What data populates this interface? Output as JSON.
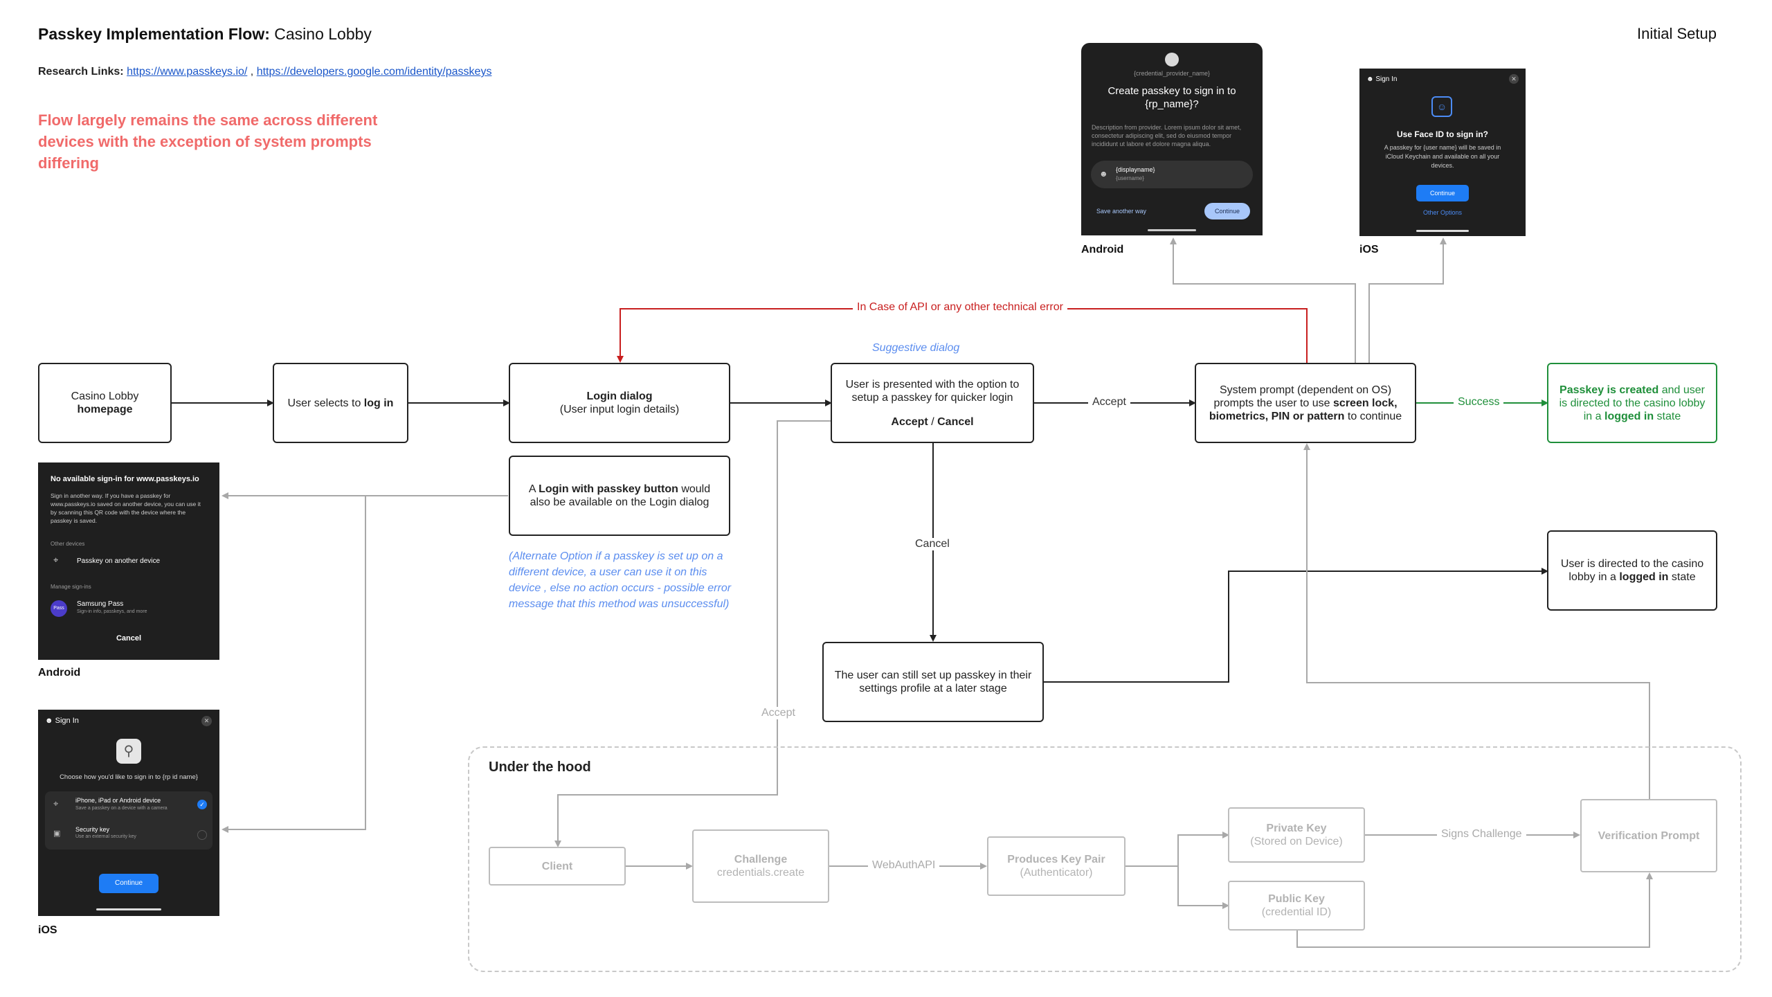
{
  "header": {
    "title_bold": "Passkey Implementation Flow:",
    "title_rest": " Casino Lobby",
    "status": "Initial Setup",
    "links_label": "Research Links:",
    "link1": "https://www.passkeys.io/",
    "link_sep": " , ",
    "link2": "https://developers.google.com/identity/passkeys"
  },
  "note": "Flow largely remains the same across different devices with the exception of system prompts differing",
  "nodes": {
    "casino_lobby_a": "Casino Lobby",
    "casino_lobby_b": "homepage",
    "select_login_a": "User selects to ",
    "select_login_b": "log in",
    "login_dialog_a": "Login dialog",
    "login_dialog_b": "(User input login details)",
    "passkey_btn_a": "A ",
    "passkey_btn_b": "Login with passkey button",
    "passkey_btn_c": " would also be available on the Login dialog",
    "option_a": "User is presented with the option to setup a passkey for quicker login",
    "option_b": "Accept",
    "option_sep": " / ",
    "option_c": "Cancel",
    "system_a": "System prompt (dependent on OS) prompts the user to use ",
    "system_b": "screen lock, biometrics, PIN or pattern",
    "system_c": " to continue",
    "created_a": "Passkey is created",
    "created_b": " and user is directed to the casino lobby in a ",
    "created_c": "logged in",
    "created_d": " state",
    "later_a": "The user can still set up passkey in their settings profile at a later stage",
    "directed_a": "User is directed to the casino lobby in a ",
    "directed_b": "logged in",
    "directed_c": " state"
  },
  "edge_labels": {
    "error": "In Case of API or any other technical error",
    "suggestive": "Suggestive dialog",
    "accept": "Accept",
    "success": "Success",
    "cancel": "Cancel",
    "accept_grey": "Accept",
    "webauth": "WebAuthAPI",
    "signs": "Signs Challenge"
  },
  "alternate_note": "(Alternate Option if a passkey is set up on a different device, a user can use it on this device , else no action occurs - possible error message that this method was unsuccessful)",
  "hood": {
    "title": "Under the hood",
    "client": "Client",
    "challenge_a": "Challenge",
    "challenge_b": "credentials.create",
    "keypair_a": "Produces Key Pair",
    "keypair_b": "(Authenticator)",
    "private_a": "Private Key",
    "private_b": "(Stored on Device)",
    "public_a": "Public Key",
    "public_b": "(credential ID)",
    "verify": "Verification Prompt"
  },
  "android_create": {
    "label": "Android",
    "provider": "{credential_provider_name}",
    "title": "Create passkey to sign in to {rp_name}?",
    "desc": "Description from provider. Lorem ipsum dolor sit amet, consectetur adipiscing elit, sed do eiusmod tempor incididunt ut labore et dolore magna aliqua.",
    "display": "{displayname}",
    "user": "{username}",
    "save_other": "Save another way",
    "continue": "Continue"
  },
  "ios_create": {
    "label": "iOS",
    "header": "Sign In",
    "title": "Use Face ID to sign in?",
    "desc": "A passkey for {user name} will be saved in iCloud Keychain and available on all your devices.",
    "continue": "Continue",
    "other": "Other Options"
  },
  "android_signin": {
    "label": "Android",
    "title": "No available sign-in for www.passkeys.io",
    "desc": "Sign in another way. If you have a passkey for www.passkeys.io saved on another device, you can use it by scanning this QR code with the device where the passkey is saved.",
    "other_devices": "Other devices",
    "another_device": "Passkey on another device",
    "manage": "Manage sign-ins",
    "samsung": "Samsung Pass",
    "samsung_sub": "Sign-in info, passkeys, and more",
    "pass_badge": "Pass",
    "cancel": "Cancel"
  },
  "ios_signin": {
    "label": "iOS",
    "header": "Sign In",
    "choose": "Choose how you'd like to sign in to {rp id name}",
    "opt1": "iPhone, iPad or Android device",
    "opt1_sub": "Save a passkey on a device with a camera",
    "opt2": "Security key",
    "opt2_sub": "Use an external security key",
    "continue": "Continue"
  },
  "colors": {
    "error": "#c81e1e",
    "success": "#1f8f3a",
    "note": "#f06a6a",
    "link": "#1a56c9",
    "hint": "#5b8def"
  }
}
